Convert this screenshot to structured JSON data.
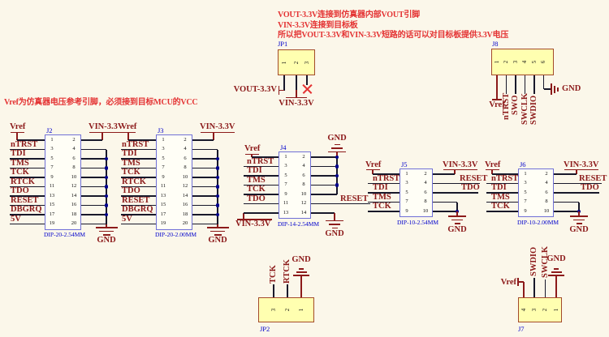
{
  "notes": {
    "left": "Vref为仿真器电压参考引脚，必须接到目标MCU的VCC",
    "top": [
      "VOUT-3.3V连接到仿真器内部VOUT引脚",
      "VIN-3.3V连接到目标板",
      "所以把VOUT-3.3V和VIN-3.3V短路的话可以对目标板提供3.3V电压"
    ]
  },
  "colors": {
    "background": "#fbf7ea",
    "wire": "#18182a",
    "power_wire": "#8c1a1a",
    "net_label": "#8c1a1a",
    "note_text": "#e43333",
    "designator": "#0202cc",
    "footprint": "#0202cc",
    "dip_border": "#7070d6",
    "dip_fill": "#fffef6",
    "part_fill": "#ffffb0",
    "part_border": "#a34a2a",
    "junction_dot": "#00008b",
    "pin_number": "#111111",
    "no_connect": "#e43333"
  },
  "dip_connectors": [
    {
      "designator": "J2",
      "footprint": "DIP-20-2.54MM",
      "pin_count": 20,
      "left_nets": [
        "Vref",
        "nTRST",
        "TDI",
        "TMS",
        "TCK",
        "RTCK",
        "TDO",
        "RESET",
        "DBGRQ",
        "5V"
      ],
      "top_right_net": "VIN-3.3V",
      "right_nets": {},
      "gnd_net": "GND"
    },
    {
      "designator": "J3",
      "footprint": "DIP-20-2.00MM",
      "pin_count": 20,
      "left_nets": [
        "Vref",
        "nTRST",
        "TDI",
        "TMS",
        "TCK",
        "RTCK",
        "TDO",
        "RESET",
        "DBGRQ",
        "5V"
      ],
      "top_right_net": "VIN-3.3V",
      "right_nets": {},
      "gnd_net": "GND"
    },
    {
      "designator": "J4",
      "footprint": "DIP-14-2.54MM",
      "pin_count": 14,
      "left_nets": [
        "Vref",
        "nTRST",
        "TDI",
        "TMS",
        "TCK",
        "TDO"
      ],
      "bottom_left_net": "VIN-3.3V",
      "right_nets": {
        "12": "RESET"
      },
      "gnd_net": "GND"
    },
    {
      "designator": "J5",
      "footprint": "DIP-10-2.54MM",
      "pin_count": 10,
      "left_nets": [
        "Vref",
        "nTRST",
        "TDI",
        "TMS",
        "TCK"
      ],
      "top_right_net": "VIN-3.3V",
      "right_nets": {
        "4": "RESET",
        "6": "TDO"
      },
      "gnd_net": "GND"
    },
    {
      "designator": "J6",
      "footprint": "DIP-10-2.00MM",
      "pin_count": 10,
      "left_nets": [
        "Vref",
        "nTRST",
        "TDI",
        "TMS",
        "TCK"
      ],
      "top_right_net": "VIN-3.3V",
      "right_nets": {
        "4": "RESET",
        "6": "TDO"
      },
      "gnd_net": "GND"
    }
  ],
  "headers": [
    {
      "designator": "JP1",
      "pin_labels": [
        "1",
        "2",
        "3"
      ],
      "nets": {
        "pin1": "VOUT-3.3V",
        "pin2": "VIN-3.3V"
      }
    },
    {
      "designator": "JP2",
      "pin_labels": [
        "3",
        "2",
        "1"
      ],
      "nets": {
        "tck": "TCK",
        "rtck": "RTCK",
        "gnd": "GND"
      }
    },
    {
      "designator": "J7",
      "pin_labels": [
        "4",
        "3",
        "2",
        "1"
      ],
      "nets": {
        "vref": "Vref",
        "swdio": "SWDIO",
        "swclk": "SWCLK",
        "gnd": "GND"
      }
    },
    {
      "designator": "J8",
      "pin_labels": [
        "1",
        "2",
        "3",
        "4",
        "5",
        "6"
      ],
      "nets": {
        "vref": "Vref",
        "ntrst": "nTRST",
        "swo": "SWO",
        "swclk": "SWCLK",
        "swdio": "SWDIO",
        "gnd": "GND"
      }
    }
  ]
}
